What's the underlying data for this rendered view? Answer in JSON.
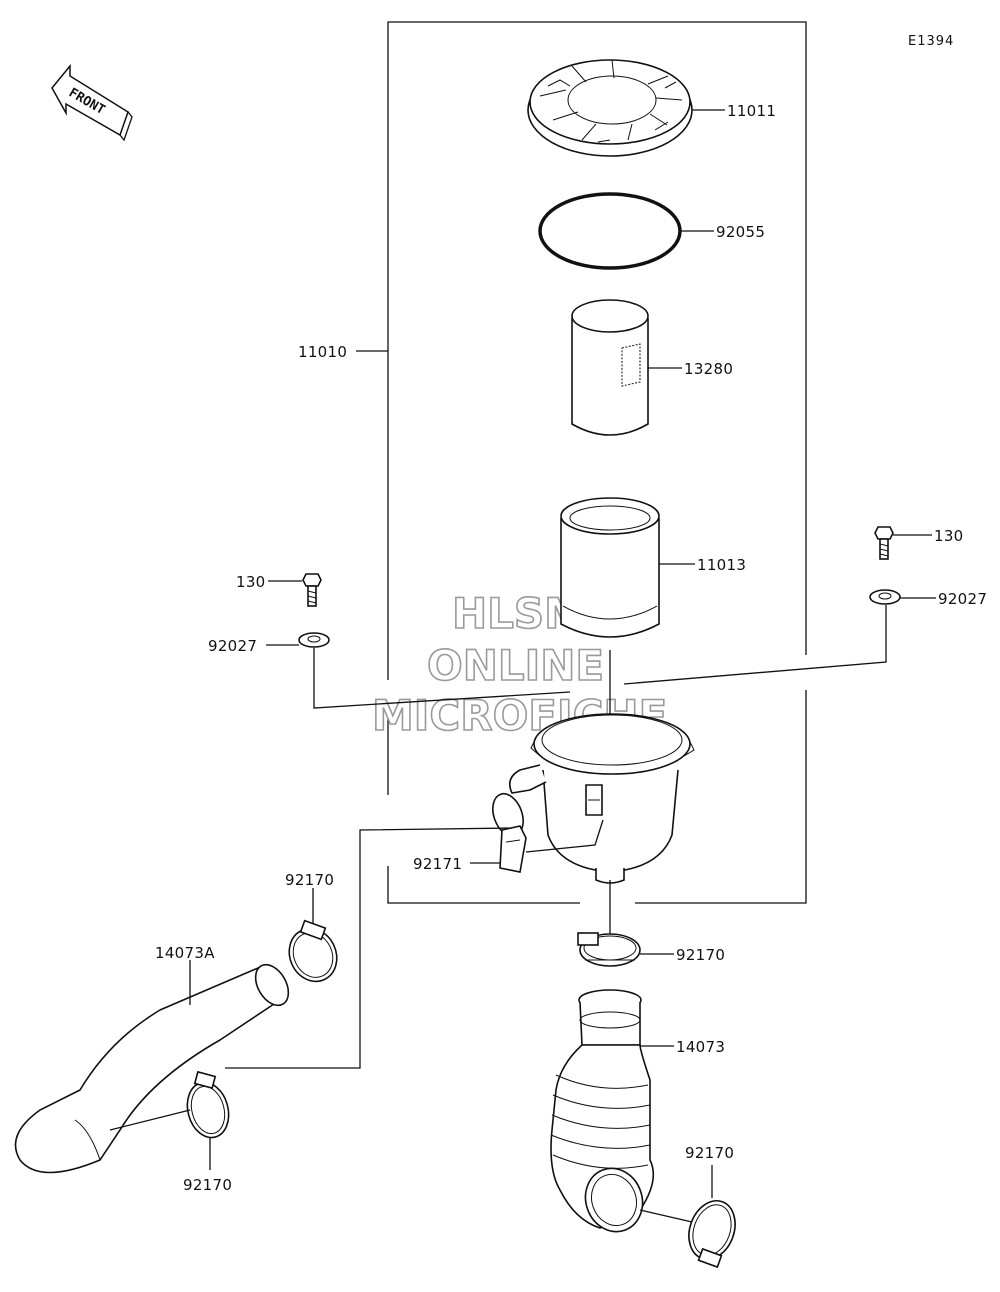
{
  "diagram_code": "E1394",
  "front_label": "FRONT",
  "watermark": [
    "HLSM",
    "ONLINE",
    "MICROFICHE"
  ],
  "parts": {
    "p11010": "11010",
    "p11011": "11011",
    "p92055": "92055",
    "p13280": "13280",
    "p11013": "11013",
    "p130_left": "130",
    "p92027_left": "92027",
    "p130_right": "130",
    "p92027_right": "92027",
    "p92171": "92171",
    "p92170_top": "92170",
    "p14073A": "14073A",
    "p92170_bottom_left": "92170",
    "p92170_center": "92170",
    "p14073": "14073",
    "p92170_bottom_right": "92170"
  }
}
